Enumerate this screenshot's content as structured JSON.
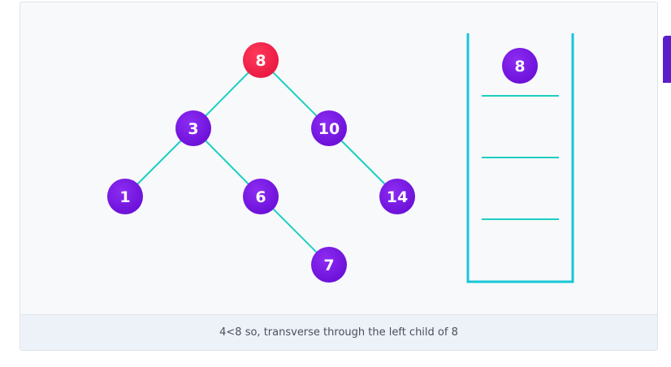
{
  "tree": {
    "nodes": [
      {
        "id": "n8",
        "label": "8",
        "state": "current"
      },
      {
        "id": "n3",
        "label": "3",
        "state": "normal"
      },
      {
        "id": "n10",
        "label": "10",
        "state": "normal"
      },
      {
        "id": "n1",
        "label": "1",
        "state": "normal"
      },
      {
        "id": "n6",
        "label": "6",
        "state": "normal"
      },
      {
        "id": "n14",
        "label": "14",
        "state": "normal"
      },
      {
        "id": "n7",
        "label": "7",
        "state": "normal"
      }
    ],
    "edges": [
      [
        "n8",
        "n3"
      ],
      [
        "n8",
        "n10"
      ],
      [
        "n3",
        "n1"
      ],
      [
        "n3",
        "n6"
      ],
      [
        "n10",
        "n14"
      ],
      [
        "n6",
        "n7"
      ]
    ]
  },
  "stack": {
    "items": [
      "8"
    ]
  },
  "caption": "4<8 so, transverse through the left child of 8",
  "colors": {
    "node_current": "#f2234a",
    "node_normal": "#7b17e6",
    "edge": "#1ccfc2",
    "stack": "#18c6d6"
  }
}
